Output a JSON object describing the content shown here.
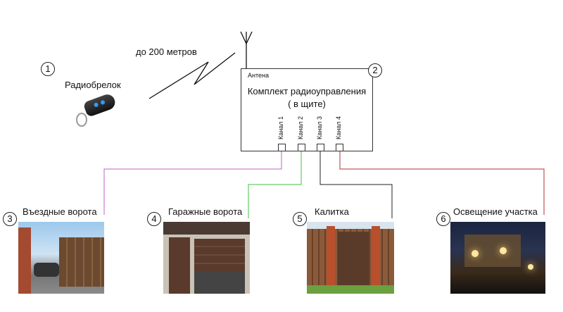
{
  "remote": {
    "number": "1",
    "label": "Радиобрелок"
  },
  "range_label": "до 200 метров",
  "controller": {
    "number": "2",
    "antenna_label": "Антена",
    "title": "Комплект радиоуправления",
    "subtitle": "( в  щите)",
    "channels": [
      "Канал 1",
      "Канал 2",
      "Канал 3",
      "Канал 4"
    ]
  },
  "devices": [
    {
      "number": "3",
      "label": "Въездные ворота",
      "wire_color": "#c060c0"
    },
    {
      "number": "4",
      "label": "Гаражные ворота",
      "wire_color": "#40c040"
    },
    {
      "number": "5",
      "label": "Калитка",
      "wire_color": "#222222"
    },
    {
      "number": "6",
      "label": "Освещение участка",
      "wire_color": "#b03030"
    }
  ]
}
